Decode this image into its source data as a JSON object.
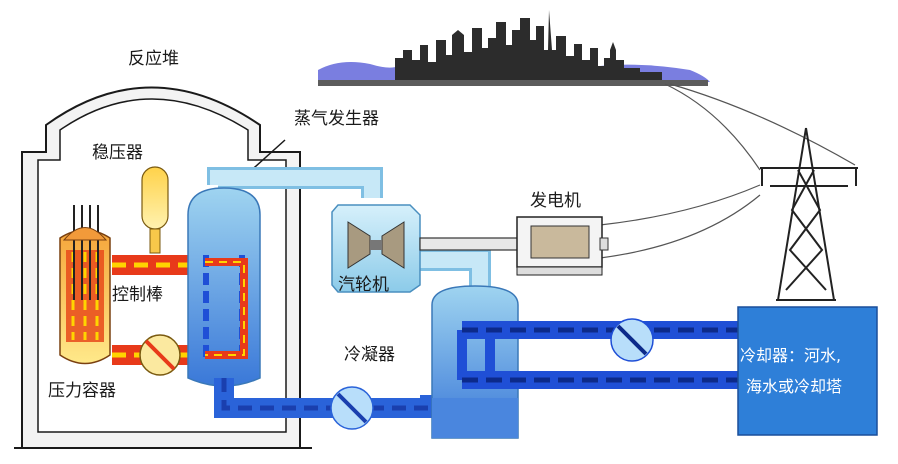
{
  "labels": {
    "reactor": "反应堆",
    "pressurizer": "稳压器",
    "steam_generator": "蒸气发生器",
    "control_rods": "控制棒",
    "pressure_vessel": "压力容器",
    "turbine": "汽轮机",
    "generator": "发电机",
    "condenser": "冷凝器",
    "cooler_line1": "冷却器：河水,",
    "cooler_line2": "海水或冷却塔"
  },
  "colors": {
    "primary_loop": "#e83a1a",
    "primary_dash": "#ffd400",
    "steam": "#a9dcf2",
    "feedwater": "#2a63d9",
    "cooling_water": "#1f4fd6",
    "cooler_box": "#2e7fd8",
    "building": "#f2f2f2"
  }
}
